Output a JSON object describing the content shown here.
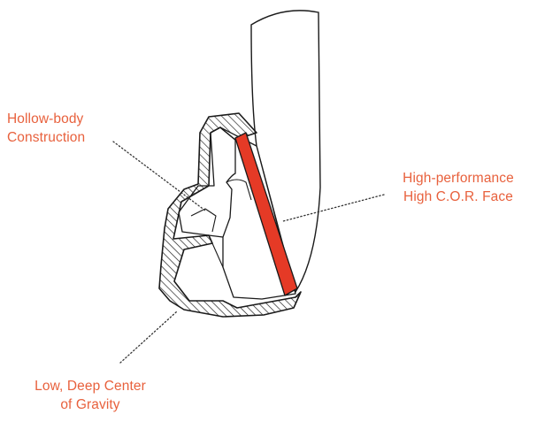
{
  "labels": {
    "hollow_body": {
      "line1": "Hollow-body",
      "line2": "Construction"
    },
    "face": {
      "line1": "High-performance",
      "line2": "High C.O.R. Face"
    },
    "center_of_gravity": {
      "line1": "Low, Deep Center",
      "line2": "of Gravity"
    }
  },
  "colors": {
    "label_text": "#e8613d",
    "face_insert": "#e53a26",
    "outline": "#1a1a1a",
    "background": "#ffffff"
  },
  "icons": {
    "club_head": "golf-iron-cutaway-icon"
  }
}
